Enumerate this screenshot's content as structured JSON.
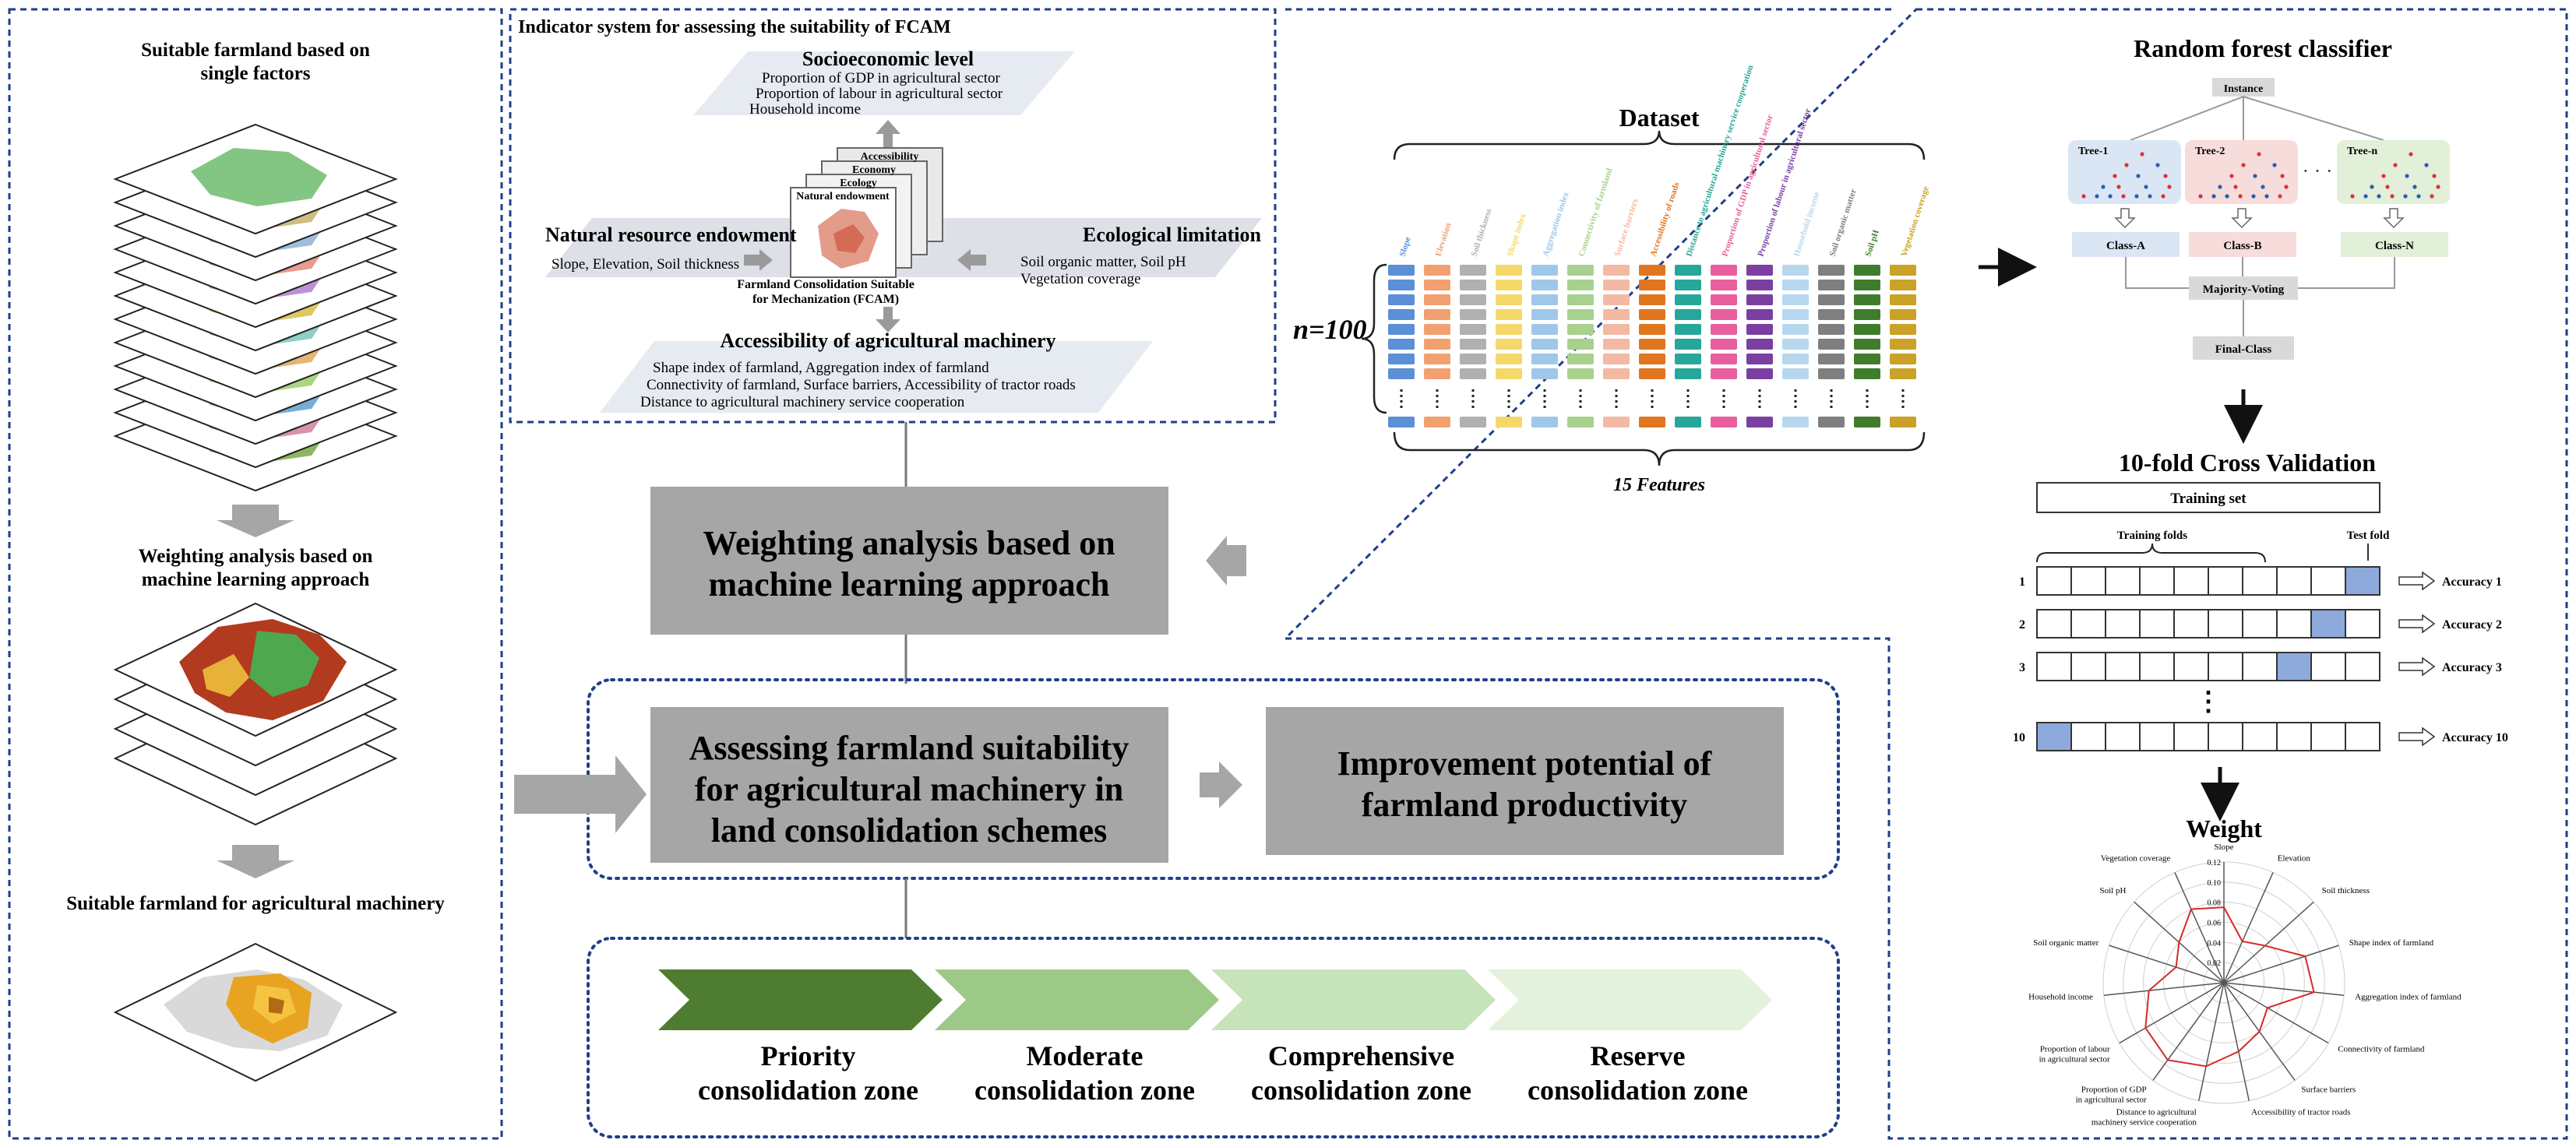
{
  "left": {
    "title1": [
      "Suitable farmland based on",
      "single factors"
    ],
    "title2": [
      "Weighting analysis based on",
      "machine learning approach"
    ],
    "title3": "Suitable farmland for agricultural machinery"
  },
  "indicator": {
    "title": "Indicator system for assessing the suitability of FCAM",
    "socio_title": "Socioeconomic level",
    "socio_items": [
      "Proportion of GDP in agricultural sector",
      "Proportion of labour in agricultural sector",
      "Household income"
    ],
    "stack_labels": [
      "Accessibility",
      "Economy",
      "Ecology",
      "Natural endowment"
    ],
    "fcam": [
      "Farmland Consolidation Suitable",
      "for Mechanization (FCAM)"
    ],
    "natural_title": "Natural resource endowment",
    "natural_items": "Slope, Elevation, Soil thickness",
    "eco_title": "Ecological limitation",
    "eco_items": [
      "Soil organic matter, Soil pH",
      "Vegetation coverage"
    ],
    "access_title": "Accessibility of agricultural machinery",
    "access_items": [
      "Shape index of farmland, Aggregation index of farmland",
      "Connectivity of farmland, Surface barriers, Accessibility of tractor roads",
      "Distance to agricultural machinery service cooperation"
    ]
  },
  "center": {
    "weighting": [
      "Weighting analysis based on",
      "machine learning approach"
    ],
    "assessing": [
      "Assessing farmland suitability",
      "for agricultural machinery in",
      "land consolidation schemes"
    ],
    "improvement": [
      "Improvement potential of",
      "farmland productivity"
    ],
    "zones": [
      {
        "line1": "Priority",
        "line2": "consolidation zone",
        "color": "#4e7d32"
      },
      {
        "line1": "Moderate",
        "line2": "consolidation zone",
        "color": "#9cc987"
      },
      {
        "line1": "Comprehensive",
        "line2": "consolidation zone",
        "color": "#c7e3b9"
      },
      {
        "line1": "Reserve",
        "line2": "consolidation zone",
        "color": "#e4f1dc"
      }
    ]
  },
  "dataset": {
    "title": "Dataset",
    "n_label": "n=100",
    "features_label": "15 Features",
    "features": [
      {
        "name": "Slope",
        "color": "#5b8fd6"
      },
      {
        "name": "Elevation",
        "color": "#f2a070"
      },
      {
        "name": "Soil thickness",
        "color": "#b0b0b0"
      },
      {
        "name": "Shape index",
        "color": "#f5d86a"
      },
      {
        "name": "Aggregation index",
        "color": "#9fc7ea"
      },
      {
        "name": "Connectivity of farmland",
        "color": "#a9d18e"
      },
      {
        "name": "Surface barriers",
        "color": "#f4b9a2"
      },
      {
        "name": "Accessibility of roads",
        "color": "#e0761e"
      },
      {
        "name": "Distance to agricultural machinery service cooperation",
        "color": "#27a79a"
      },
      {
        "name": "Proportion of GDP in agricultural sector",
        "color": "#e85f9d"
      },
      {
        "name": "Proportion of labour in agricultural sector",
        "color": "#7b3fa2"
      },
      {
        "name": "Household income",
        "color": "#b7d7ef"
      },
      {
        "name": "Soil organic matter",
        "color": "#7f7f7f"
      },
      {
        "name": "Soil pH",
        "color": "#3f7d2c"
      },
      {
        "name": "Vegetation coverage",
        "color": "#c9a227"
      }
    ]
  },
  "rf": {
    "title": "Random forest classifier",
    "instance": "Instance",
    "trees": [
      "Tree-1",
      "Tree-2",
      "Tree-n"
    ],
    "classes": [
      "Class-A",
      "Class-B",
      "Class-N"
    ],
    "voting": "Majority-Voting",
    "final": "Final-Class"
  },
  "cv": {
    "title": "10-fold Cross Validation",
    "training_set": "Training set",
    "training_folds": "Training folds",
    "test_fold": "Test fold",
    "rows": [
      {
        "label": "1",
        "test_index": 9,
        "acc": "Accuracy 1"
      },
      {
        "label": "2",
        "test_index": 8,
        "acc": "Accuracy 2"
      },
      {
        "label": "3",
        "test_index": 7,
        "acc": "Accuracy 3"
      },
      {
        "label": "10",
        "test_index": 0,
        "acc": "Accuracy 10"
      }
    ],
    "ellipsis": "⋮"
  },
  "weight": {
    "title": "Weight",
    "axis_ticks": [
      "0.12",
      "0.10",
      "0.08",
      "0.06",
      "0.04",
      "0.02"
    ],
    "axes": [
      "Slope",
      "Elevation",
      "Soil thickness",
      "Shape index of farmland",
      "Aggregation index of farmland",
      "Connectivity of farmland",
      "Surface barriers",
      "Accessibility of tractor roads",
      "Distance to agricultural machinery service cooperation",
      "Proportion of GDP in agricultural sector",
      "Proportion of labour in agricultural sector",
      "Household income",
      "Soil organic matter",
      "Soil pH",
      "Vegetation coverage"
    ],
    "values": [
      0.075,
      0.045,
      0.055,
      0.085,
      0.09,
      0.05,
      0.06,
      0.07,
      0.085,
      0.095,
      0.09,
      0.075,
      0.05,
      0.06,
      0.08
    ],
    "max": 0.12
  }
}
